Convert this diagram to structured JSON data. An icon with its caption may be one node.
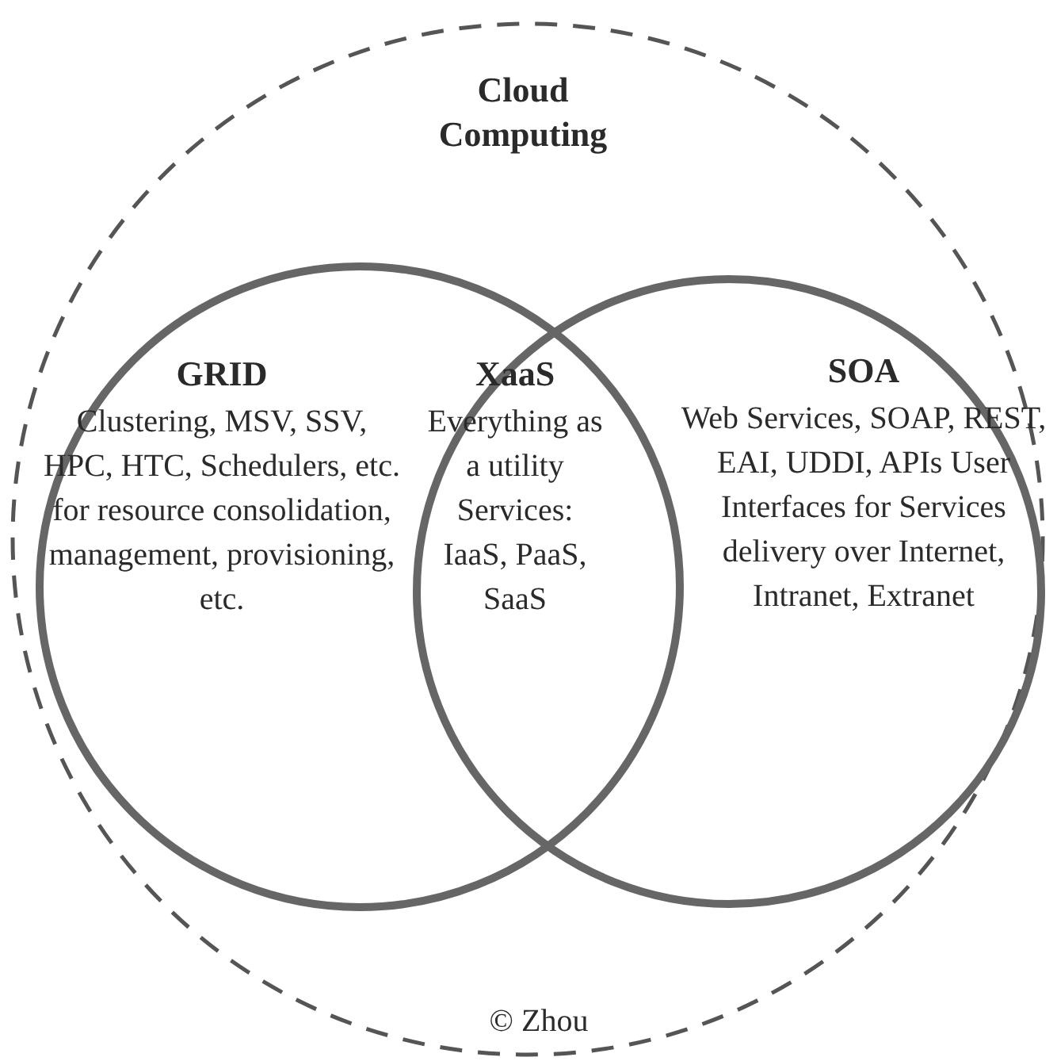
{
  "diagram": {
    "nodes": [
      {
        "text": [
          "Cloud Computing"
        ]
      },
      {
        "text": [
          "GRID",
          "Clustering, MSV, SSV, HPC, HTC, Schedulers, etc. for resource consolidation, management, provisioning, etc."
        ],
        "in": 0
      },
      {
        "text": [
          "SOA",
          "Web Services, SOAP, REST, EAI, UDDI, APIs User Interfaces for Services delivery over Internet, Intranet, Extranet"
        ],
        "in": 0
      }
    ],
    "labels": [
      "XaaS",
      "Everything as a utility Services: IaaS, PaaS, SaaS",
      "© Zhou"
    ]
  }
}
